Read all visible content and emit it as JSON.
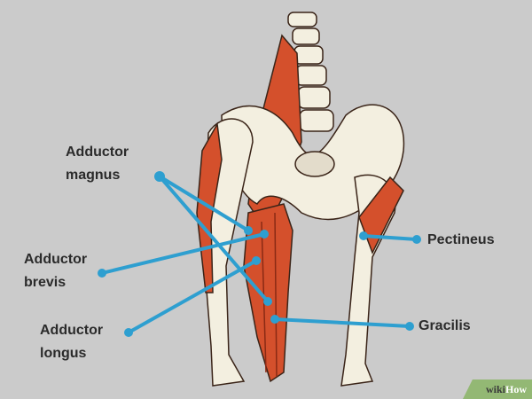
{
  "labels": {
    "adductor_magnus": [
      "Adductor",
      "magnus"
    ],
    "adductor_brevis": [
      "Adductor",
      "brevis"
    ],
    "adductor_longus": [
      "Adductor",
      "longus"
    ],
    "pectineus": "Pectineus",
    "gracilis": "Gracilis"
  },
  "logo": {
    "wiki": "wiki",
    "how": "How"
  },
  "colors": {
    "background": "#cbcbcb",
    "pointer": "#2e9fd0",
    "muscle": "#d4502c",
    "bone": "#f3efe0"
  }
}
